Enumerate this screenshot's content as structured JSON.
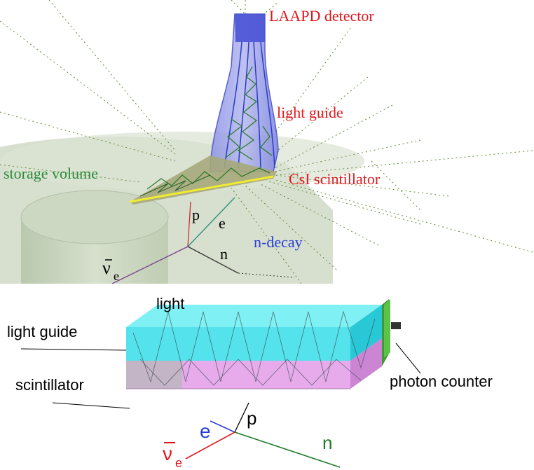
{
  "top_panel": {
    "labels": {
      "laapd_detector": "LAAPD detector",
      "light_guide": "light guide",
      "csi_scintillator": "CsI scintillator",
      "storage_volume": "storage volume",
      "n_decay": "n-decay",
      "p": "p",
      "e": "e",
      "n": "n",
      "nu_symbol": "ν",
      "nu_subscript": "e"
    }
  },
  "bottom_panel": {
    "labels": {
      "light": "light",
      "light_guide": "light guide",
      "scintillator": "scintillator",
      "photon_counter": "photon counter",
      "p": "p",
      "e": "e",
      "n": "n",
      "nu_symbol": "ν",
      "nu_subscript": "e"
    }
  },
  "colors": {
    "label_red": "#e0181e",
    "label_green": "#2a8a3a",
    "label_blue": "#2a3fd6",
    "scene_background": "#d4ddcc",
    "detector_blue": "#5a63d8",
    "scintillator_yellow": "#f2ec30",
    "light_guide_cyan": "#3fe6ee",
    "scintillator_pink": "#e39ee8",
    "photon_counter_green": "#49b43a"
  }
}
